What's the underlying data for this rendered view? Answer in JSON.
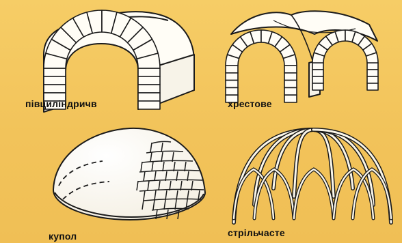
{
  "vaults": [
    {
      "id": "barrel",
      "label": "півциліндричв"
    },
    {
      "id": "cross",
      "label": "хрестове"
    },
    {
      "id": "dome",
      "label": "купол"
    },
    {
      "id": "pointed",
      "label": "стрільчасте"
    }
  ],
  "colors": {
    "background": "#f3c75a",
    "stone": "#fffdf6",
    "stroke": "#1a1a1a"
  }
}
